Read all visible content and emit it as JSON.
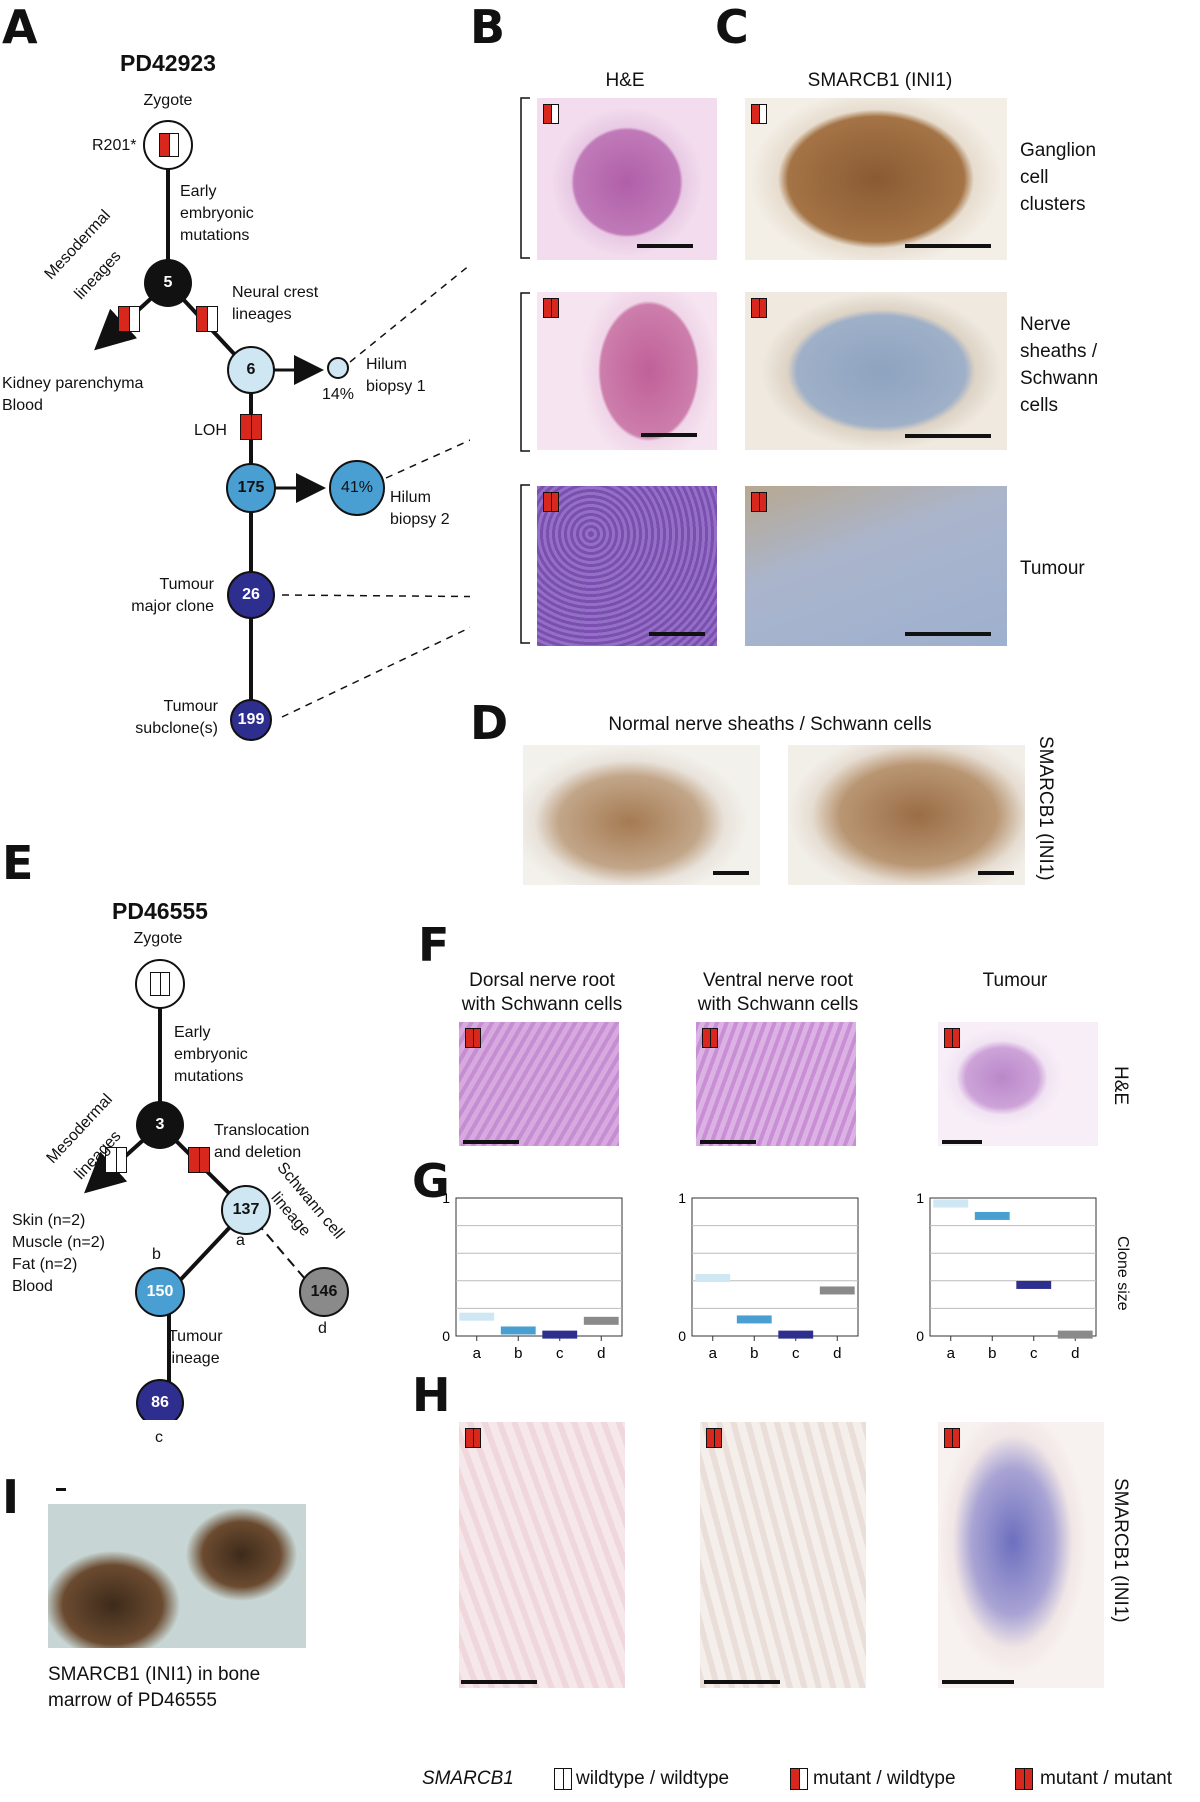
{
  "panel_labels": {
    "A": "A",
    "B": "B",
    "C": "C",
    "D": "D",
    "E": "E",
    "F": "F",
    "G": "G",
    "H": "H",
    "I": "I"
  },
  "panel_a": {
    "patient": "PD42923",
    "zygote": "Zygote",
    "mutation": "R201*",
    "early_embryonic": [
      "Early",
      "embryonic",
      "mutations"
    ],
    "mesodermal": [
      "Mesodermal",
      "lineages"
    ],
    "neural_crest": [
      "Neural crest",
      "lineages"
    ],
    "kidney": [
      "Kidney parenchyma",
      "Blood"
    ],
    "loh": "LOH",
    "hilum1": [
      "Hilum",
      "biopsy 1"
    ],
    "hilum1_pct": "14%",
    "hilum2": [
      "Hilum",
      "biopsy 2"
    ],
    "hilum2_pct": "41%",
    "major_clone": [
      "Tumour",
      "major clone"
    ],
    "subclone": [
      "Tumour",
      "subclone(s)"
    ],
    "node_values": {
      "n5": "5",
      "n6": "6",
      "n175": "175",
      "n26": "26",
      "n199": "199"
    }
  },
  "panel_b": {
    "header": "H&E"
  },
  "panel_c": {
    "header": "SMARCB1 (INI1)",
    "rows": [
      [
        "Ganglion",
        "cell",
        "clusters"
      ],
      [
        "Nerve",
        "sheaths /",
        "Schwann",
        "cells"
      ],
      [
        "Tumour"
      ]
    ]
  },
  "panel_d": {
    "title": "Normal nerve sheaths / Schwann cells",
    "side": "SMARCB1 (INI1)"
  },
  "panel_e": {
    "patient": "PD46555",
    "zygote": "Zygote",
    "early_embryonic": [
      "Early",
      "embryonic",
      "mutations"
    ],
    "mesodermal": [
      "Mesodermal",
      "lineages"
    ],
    "translocation": [
      "Translocation",
      "and deletion"
    ],
    "tissues": [
      "Skin (n=2)",
      "Muscle (n=2)",
      "Fat (n=2)",
      "Blood"
    ],
    "schwann": [
      "Schwann cell",
      "lineage"
    ],
    "tumour_lineage": [
      "Tumour",
      "lineage"
    ],
    "node_values": {
      "n3": "3",
      "n137": "137",
      "n150": "150",
      "n146": "146",
      "n86": "86"
    },
    "letters": {
      "a": "a",
      "b": "b",
      "c": "c",
      "d": "d"
    }
  },
  "panel_f": {
    "columns": [
      [
        "Dorsal nerve root",
        "with Schwann cells"
      ],
      [
        "Ventral nerve root",
        "with Schwann cells"
      ],
      [
        "Tumour"
      ]
    ],
    "side": "H&E"
  },
  "panel_g": {
    "side": "Clone size"
  },
  "panel_h": {
    "side": "SMARCB1 (INI1)"
  },
  "panel_i": {
    "caption": [
      "SMARCB1 (INI1) in bone",
      "marrow of PD46555"
    ]
  },
  "legend": {
    "gene": "SMARCB1",
    "items": [
      "wildtype / wildtype",
      "mutant / wildtype",
      "mutant / mutant"
    ]
  },
  "colors": {
    "light_blue": "#cfe7f2",
    "mid_blue": "#4a9fd2",
    "dark_blue": "#2e2e8e",
    "grey": "#8a8a8a",
    "red": "#d8281e",
    "he_pink": "#c98bc6",
    "ihc_brown": "#8a5a33"
  },
  "chart_data": [
    {
      "type": "bar",
      "subtitle": "Dorsal nerve root with Schwann cells",
      "categories": [
        "a",
        "b",
        "c",
        "d"
      ],
      "values": [
        0.14,
        0.04,
        0.01,
        0.11
      ],
      "ylim": [
        0,
        1
      ],
      "ylabel": "Clone size",
      "yticks": [
        "0",
        "1"
      ],
      "grid": true
    },
    {
      "type": "bar",
      "subtitle": "Ventral nerve root with Schwann cells",
      "categories": [
        "a",
        "b",
        "c",
        "d"
      ],
      "values": [
        0.42,
        0.12,
        0.01,
        0.33
      ],
      "ylim": [
        0,
        1
      ],
      "ylabel": "Clone size",
      "yticks": [
        "0",
        "1"
      ],
      "grid": true
    },
    {
      "type": "bar",
      "subtitle": "Tumour",
      "categories": [
        "a",
        "b",
        "c",
        "d"
      ],
      "values": [
        0.96,
        0.87,
        0.37,
        0.01
      ],
      "ylim": [
        0,
        1
      ],
      "ylabel": "Clone size",
      "yticks": [
        "0",
        "1"
      ],
      "grid": true
    }
  ]
}
